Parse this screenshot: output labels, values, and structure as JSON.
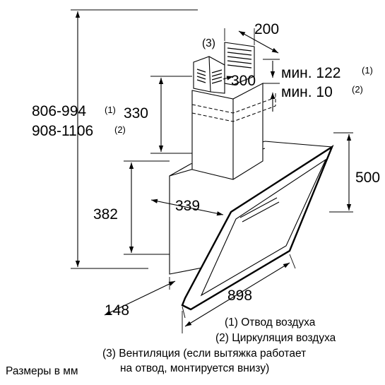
{
  "dimensions": {
    "height_total_1": "806-994",
    "height_total_1_ref": "(1)",
    "height_total_2": "908-1106",
    "height_total_2_ref": "(2)",
    "chimney_height": "330",
    "body_height": "382",
    "body_depth": "339",
    "side_depth": "148",
    "width": "898",
    "glass_height": "500",
    "chimney_width": "200",
    "chimney_depth": "300",
    "clearance_1": "мин. 122",
    "clearance_1_ref": "(1)",
    "clearance_2": "мин. 10",
    "clearance_2_ref": "(2)",
    "vent_label": "(3)"
  },
  "legend": {
    "item1": "(1)  Отвод воздуха",
    "item2": "(2)  Циркуляция воздуха",
    "item3_line1": "(3)  Вентиляция (если вытяжка работает",
    "item3_line2": "на отвод, монтируется внизу)"
  },
  "units_note": "Размеры в мм"
}
